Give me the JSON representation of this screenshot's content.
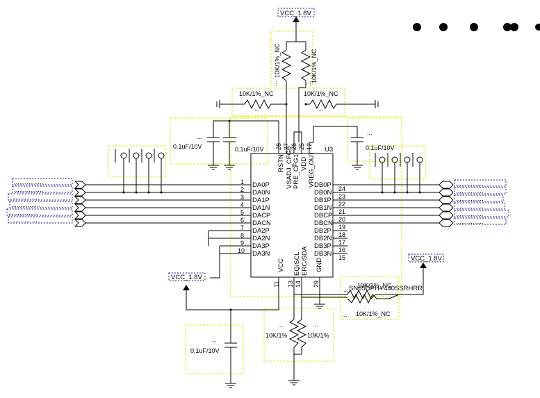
{
  "power": {
    "vcc": "VCC_1.8V"
  },
  "chip": {
    "ref": "U3",
    "part": "SN65DPHY440SSRHRR",
    "left_pins": [
      {
        "num": "1",
        "name": "DA0P"
      },
      {
        "num": "2",
        "name": "DA0N"
      },
      {
        "num": "3",
        "name": "DA1P"
      },
      {
        "num": "4",
        "name": "DA1N"
      },
      {
        "num": "5",
        "name": "DACP"
      },
      {
        "num": "6",
        "name": "DACN"
      },
      {
        "num": "7",
        "name": "DA2P"
      },
      {
        "num": "8",
        "name": "DA2N"
      },
      {
        "num": "9",
        "name": "DA3P"
      },
      {
        "num": "10",
        "name": "DA3N"
      }
    ],
    "right_pins": [
      {
        "num": "24",
        "name": "DB0P"
      },
      {
        "num": "23",
        "name": "DB0N"
      },
      {
        "num": "22",
        "name": "DB1P"
      },
      {
        "num": "21",
        "name": "DB1N"
      },
      {
        "num": "20",
        "name": "DBCP"
      },
      {
        "num": "19",
        "name": "DBCN"
      },
      {
        "num": "18",
        "name": "DB2P"
      },
      {
        "num": "17",
        "name": "DB2N"
      },
      {
        "num": "16",
        "name": "DB3P"
      },
      {
        "num": "15",
        "name": "DB3N"
      }
    ],
    "top_pins": [
      {
        "num": "28",
        "name": "RSTN"
      },
      {
        "num": "27",
        "name": "VSADJ_CFG0"
      },
      {
        "num": "26",
        "name": "PRE_CFG1"
      },
      {
        "num": "25",
        "name": "VDD"
      },
      {
        "num": "12",
        "name": "VREG_OUT"
      }
    ],
    "bottom_pins": [
      {
        "num": "11",
        "name": "VCC"
      },
      {
        "num": "13",
        "name": "EQ/SCL"
      },
      {
        "num": "14",
        "name": "ERC/SDA"
      },
      {
        "num": "29",
        "name": "GND"
      }
    ]
  },
  "components": {
    "r_nc": "10K/1%_NC",
    "r": "10K/1%",
    "cap": "0.1uF/10V",
    "unknown": "..",
    "unknown3": "..."
  },
  "net_label_left": "................",
  "net_label_right": "..............."
}
